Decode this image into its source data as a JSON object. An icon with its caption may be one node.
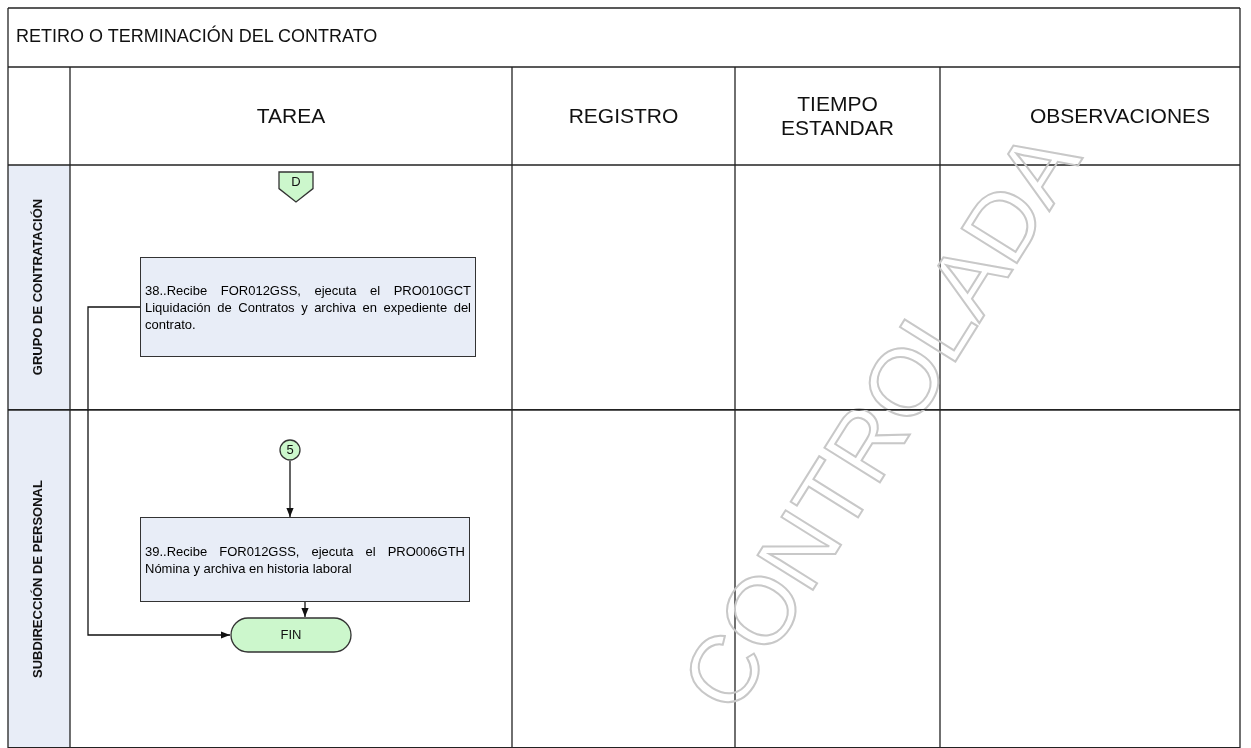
{
  "diagram": {
    "title": "RETIRO O TERMINACIÓN DEL CONTRATO",
    "nodes": [
      {
        "text": [
          "GRUPO DE CONTRATACIÓN"
        ]
      },
      {
        "text": [
          "D"
        ],
        "in": 0
      },
      {
        "text": [
          "38..Recibe FOR012GSS, ejecuta el PRO010GCT Liquidación de Contratos y archiva en expediente del contrato."
        ],
        "in": 0
      },
      {
        "text": [
          "SUBDIRECCIÓN DE PERSONAL"
        ]
      },
      {
        "text": [
          "5"
        ],
        "in": 3
      },
      {
        "text": [
          "39..Recibe FOR012GSS, ejecuta el PRO006GTH Nómina y archiva en historia laboral"
        ],
        "in": 3
      },
      {
        "text": [
          "FIN"
        ],
        "in": 3
      }
    ],
    "edges": [
      {
        "from": 2,
        "to": 6,
        "arrow": "to"
      },
      {
        "from": 4,
        "to": 5,
        "arrow": "to"
      },
      {
        "from": 5,
        "to": 6,
        "arrow": "to"
      }
    ],
    "labels": [
      "TAREA",
      "REGISTRO",
      "TIEMPO ESTANDAR",
      "OBSERVACIONES",
      "CONTROLADA"
    ]
  }
}
